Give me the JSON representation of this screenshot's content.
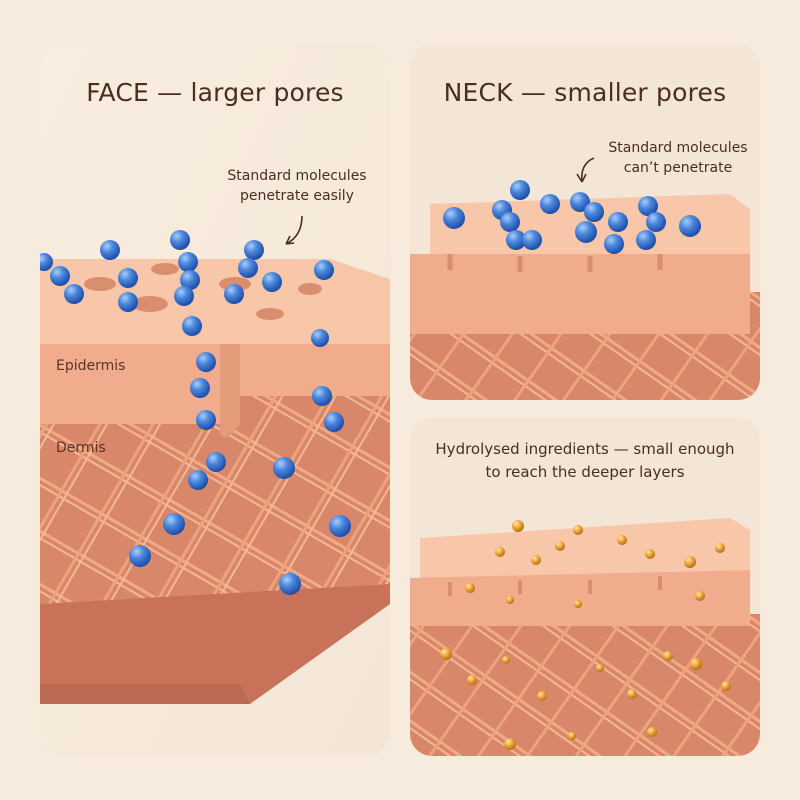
{
  "panels": {
    "face": {
      "title": "FACE — larger pores",
      "note": "Standard molecules penetrate easily",
      "labels": {
        "epidermis": "Epidermis",
        "dermis": "Dermis"
      }
    },
    "neck": {
      "title": "NECK — smaller pores",
      "note": "Standard molecules can’t penetrate"
    },
    "hydrolysed": {
      "note": "Hydrolysed ingredients — small enough to reach the deeper layers"
    }
  },
  "colors": {
    "background": "#f6ebdd",
    "panel": "#f4e6d6",
    "epidermis": "#f2b293",
    "dermis": "#d9876a",
    "fibers": "#efa985",
    "standard_molecule": "#3f77cf",
    "hydrolysed_molecule": "#e8a63a",
    "text": "#4a2e20"
  }
}
